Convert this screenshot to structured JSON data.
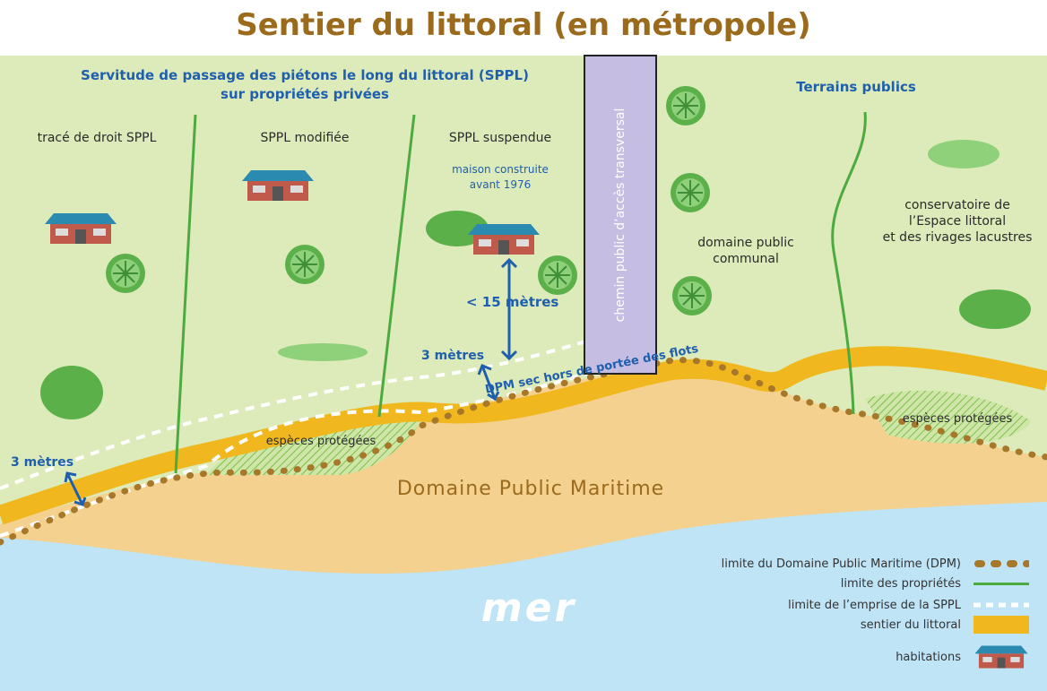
{
  "title": "Sentier du littoral (en métropole)",
  "sections": {
    "sppl_header": "Servitude de passage des piétons le long du littoral (SPPL)",
    "sppl_header_2": "sur propriétés privées",
    "public_header": "Terrains publics"
  },
  "zones": {
    "trace_droit": "tracé de droit SPPL",
    "modifiee": "SPPL modifiée",
    "suspendue": "SPPL suspendue",
    "maison_1": "maison construite",
    "maison_2": "avant 1976",
    "chemin": "chemin public d’accès transversal",
    "domaine_communal_1": "domaine public",
    "domaine_communal_2": "communal",
    "conservatoire_1": "conservatoire de",
    "conservatoire_2": "l’Espace littoral",
    "conservatoire_3": "et des rivages lacustres",
    "especes_1": "espèces protégées",
    "especes_2": "espèces protégées",
    "dpm": "Domaine Public Maritime",
    "dpm_sec": "DPM sec hors de portée des flots",
    "mer": "mer"
  },
  "measures": {
    "left_3m": "3 mètres",
    "mid_3m": "3 mètres",
    "lt_15m": "< 15 mètres"
  },
  "legend": [
    {
      "label": "limite du Domaine Public Maritime (DPM)",
      "symbol": "brown-dots"
    },
    {
      "label": "limite des propriétés",
      "symbol": "green-line"
    },
    {
      "label": "limite de l’emprise de la SPPL",
      "symbol": "white-dashes"
    },
    {
      "label": "sentier du littoral",
      "symbol": "yellow-band"
    },
    {
      "label": "habitations",
      "symbol": "house-icon"
    }
  ],
  "colors": {
    "land": "#dcebb9",
    "sand": "#f4d18f",
    "sea": "#bfe4f6",
    "path": "#f0b81e",
    "dpm": "#a8782a",
    "blue": "#1f5fae",
    "title": "#9a6b1c"
  }
}
